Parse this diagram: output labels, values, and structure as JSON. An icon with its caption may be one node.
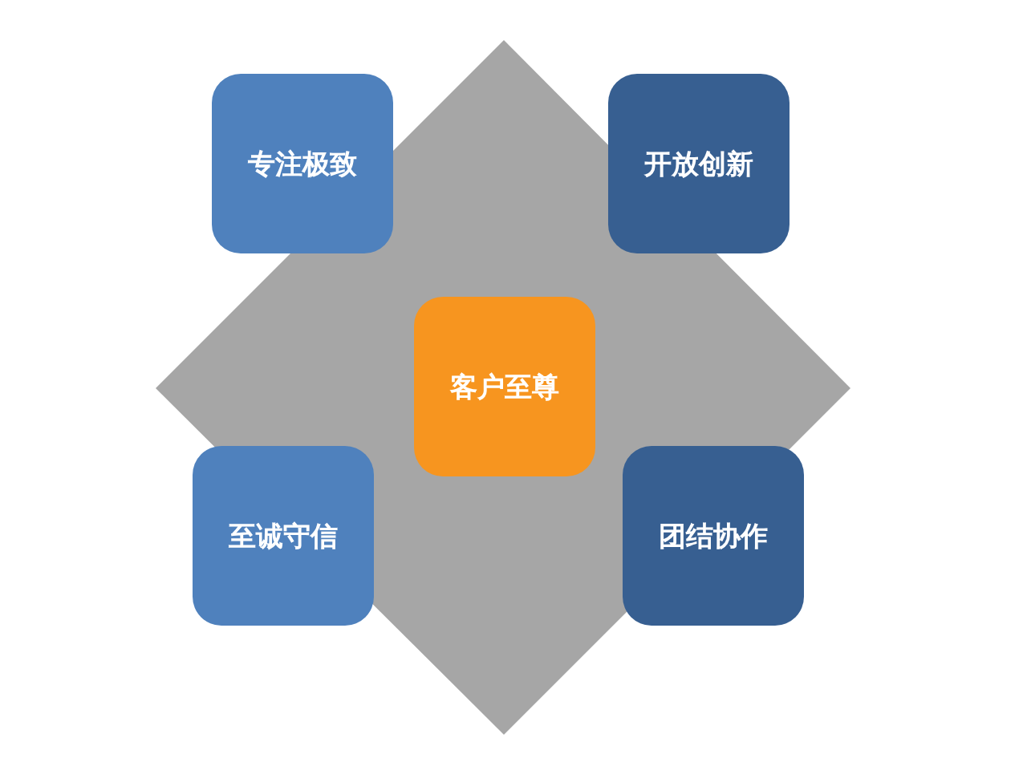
{
  "diagram": {
    "nodes": [
      {
        "text": [
          "专注极致"
        ]
      },
      {
        "text": [
          "开放创新"
        ]
      },
      {
        "text": [
          "客户至尊"
        ]
      },
      {
        "text": [
          "至诚守信"
        ]
      },
      {
        "text": [
          "团结协作"
        ]
      }
    ]
  }
}
